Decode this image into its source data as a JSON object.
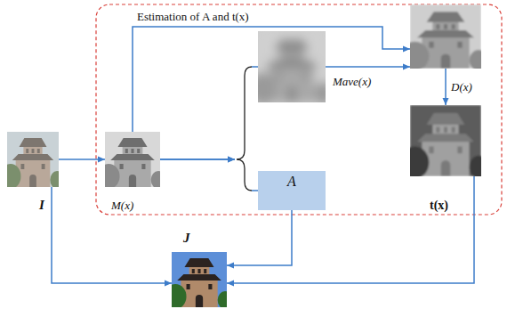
{
  "diagram": {
    "nodes": [
      {
        "text": [
          "I"
        ]
      },
      {
        "text": [
          "M(x)"
        ]
      },
      {
        "text": [
          "Mave(x)"
        ]
      },
      {
        "text": [
          "A"
        ]
      },
      {
        "text": [
          "D(x)"
        ]
      },
      {
        "text": [
          "t(x)"
        ]
      },
      {
        "text": [
          "J"
        ]
      }
    ],
    "edges": [
      {
        "from": 0,
        "to": 1,
        "arrow": "to"
      },
      {
        "from": 1,
        "to": 4,
        "label": "Estimation of A and t(x)",
        "arrow": "to"
      },
      {
        "from": 1,
        "to": 2,
        "arrow": "to"
      },
      {
        "from": 1,
        "to": 3,
        "arrow": "to"
      },
      {
        "from": 2,
        "to": 4,
        "arrow": "to"
      },
      {
        "from": 4,
        "to": 5,
        "arrow": "to"
      },
      {
        "from": 5,
        "to": 6,
        "arrow": "to"
      },
      {
        "from": 3,
        "to": 6,
        "arrow": "to"
      },
      {
        "from": 0,
        "to": 6,
        "arrow": "to"
      }
    ]
  }
}
